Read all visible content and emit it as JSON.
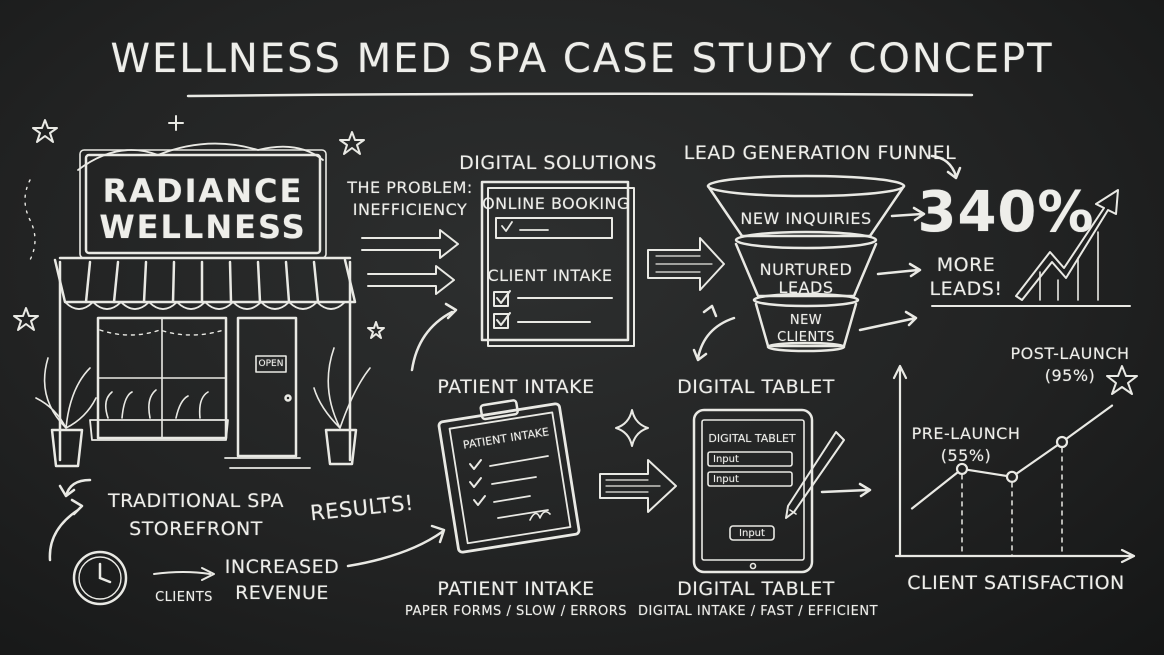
{
  "title": "WELLNESS MED SPA CASE STUDY CONCEPT",
  "storefront": {
    "sign_line1": "RADIANCE",
    "sign_line2": "WELLNESS",
    "door_sign": "OPEN",
    "caption_line1": "TRADITIONAL SPA",
    "caption_line2": "STOREFRONT"
  },
  "problem": {
    "line1": "THE PROBLEM:",
    "line2": "INEFFICIENCY"
  },
  "digital_solutions": {
    "heading": "DIGITAL SOLUTIONS",
    "item1": "ONLINE BOOKING",
    "item2": "CLIENT INTAKE"
  },
  "funnel": {
    "heading": "LEAD GENERATION FUNNEL",
    "stage1": "NEW INQUIRIES",
    "stage2_line1": "NURTURED",
    "stage2_line2": "LEADS",
    "stage3_line1": "NEW",
    "stage3_line2": "CLIENTS"
  },
  "stat": {
    "value": "340%",
    "line1": "MORE",
    "line2": "LEADS!"
  },
  "patient_intake": {
    "heading": "PATIENT INTAKE",
    "clipboard_title": "PATIENT INTAKE",
    "caption": "PATIENT INTAKE",
    "subcaption": "PAPER FORMS / SLOW / ERRORS"
  },
  "digital_tablet": {
    "heading": "DIGITAL TABLET",
    "screen_title": "DIGITAL TABLET",
    "field1": "Input",
    "field2": "Input",
    "button": "Input",
    "caption": "DIGITAL TABLET",
    "subcaption": "DIGITAL INTAKE / FAST / EFFICIENT"
  },
  "results": {
    "label": "RESULTS!",
    "clients": "CLIENTS",
    "revenue_line1": "INCREASED",
    "revenue_line2": "REVENUE"
  },
  "satisfaction": {
    "label": "CLIENT SATISFACTION",
    "pre_line1": "PRE-LAUNCH",
    "pre_line2": "(55%)",
    "post_line1": "POST-LAUNCH",
    "post_line2": "(95%)"
  },
  "chart_data": {
    "type": "line",
    "xlabel": "CLIENT SATISFACTION",
    "annotations": [
      {
        "label": "PRE-LAUNCH",
        "value": 55
      },
      {
        "label": "POST-LAUNCH",
        "value": 95
      }
    ],
    "points": [
      {
        "y": 30
      },
      {
        "y": 55
      },
      {
        "y": 50
      },
      {
        "y": 72
      },
      {
        "y": 95
      }
    ]
  },
  "colors": {
    "board": "#222323",
    "chalk": "#eeeeea"
  }
}
